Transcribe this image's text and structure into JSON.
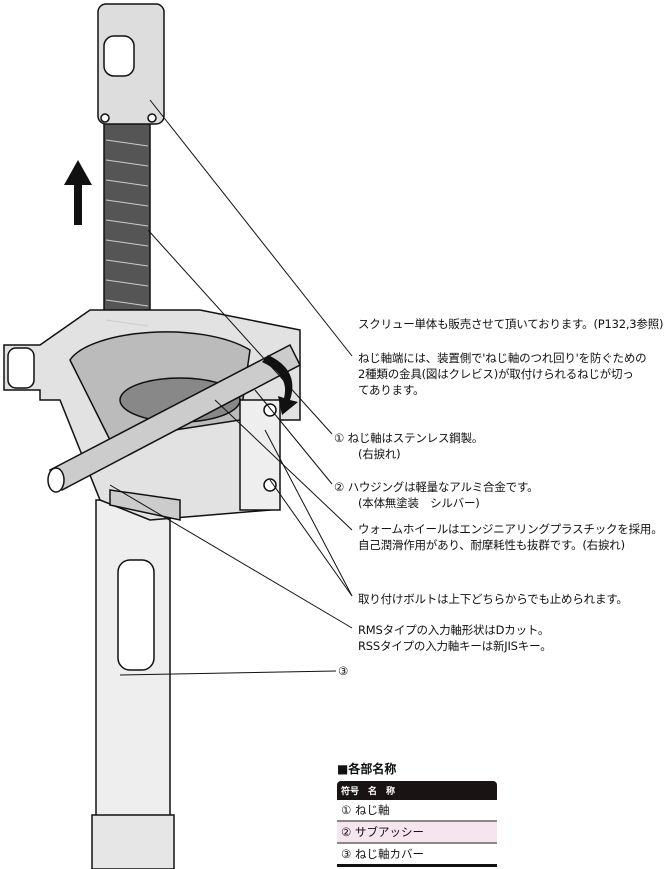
{
  "notes": {
    "screw_sold_separately": "スクリュー単体も販売させて頂いております。(P132,3参照)",
    "shaft_end": [
      "ねじ軸端には、装置側で'ねじ軸のつれ回り'を防ぐための",
      "2種類の金具(図はクレビス)が取付けられるねじが切っ",
      "てあります。"
    ],
    "shaft_material": [
      "① ねじ軸はステンレス鋼製。",
      "(右捩れ)"
    ],
    "housing": [
      "② ハウジングは軽量なアルミ合金です。",
      "(本体無塗装　シルバー)"
    ],
    "worm_wheel": [
      "ウォームホイールはエンジニアリングプラスチックを採用。",
      "自己潤滑作用があり、耐摩耗性も抜群です。(右捩れ)"
    ],
    "bolt": "取り付けボルトは上下どちらからでも止められます。",
    "input_shaft": [
      "RMSタイプの入力軸形状はDカット。",
      "RSSタイプの入力軸キーは新JISキー。"
    ],
    "cover_label": "③"
  },
  "parts_table": {
    "title": "■各部名称",
    "header": "符号　名　称",
    "rows": [
      "① ねじ軸",
      "② サブアッシー",
      "③ ねじ軸カバー"
    ]
  }
}
